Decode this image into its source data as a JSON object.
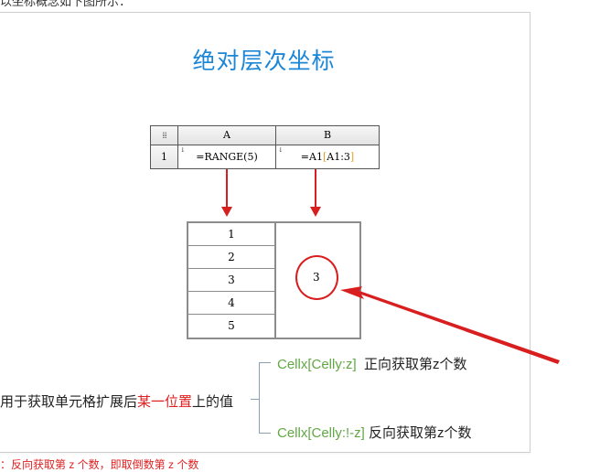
{
  "top_text": "以坐标概念如下图所示：",
  "figure": {
    "title": "绝对层次坐标",
    "sheet": {
      "grip": "⁞⁞⁞",
      "col_a": "A",
      "col_b": "B",
      "row_number": "1",
      "cell_a": "=RANGE(5)",
      "cell_b_prefix": "=A1",
      "cell_b_bracket_open": "[",
      "cell_b_inner": "A1:3",
      "cell_b_bracket_close": "]"
    },
    "result_values": [
      "1",
      "2",
      "3",
      "4",
      "5"
    ],
    "result_single": "3",
    "caption_main": {
      "prefix": "用于获取单元格扩展后",
      "highlight": "某一位置",
      "suffix": "上的值"
    },
    "branch_top": {
      "code": "Cellx[Celly:z]",
      "text": "正向获取第z个数"
    },
    "branch_bottom": {
      "code": "Cellx[Celly:!-z]",
      "text": "反向获取第z个数"
    }
  },
  "bottom_text": "：反向获取第 z 个数，即取倒数第 z 个数",
  "colors": {
    "title": "#1c86d6",
    "arrow": "#d81e1e",
    "code": "#61a845",
    "highlight": "#e02020"
  }
}
